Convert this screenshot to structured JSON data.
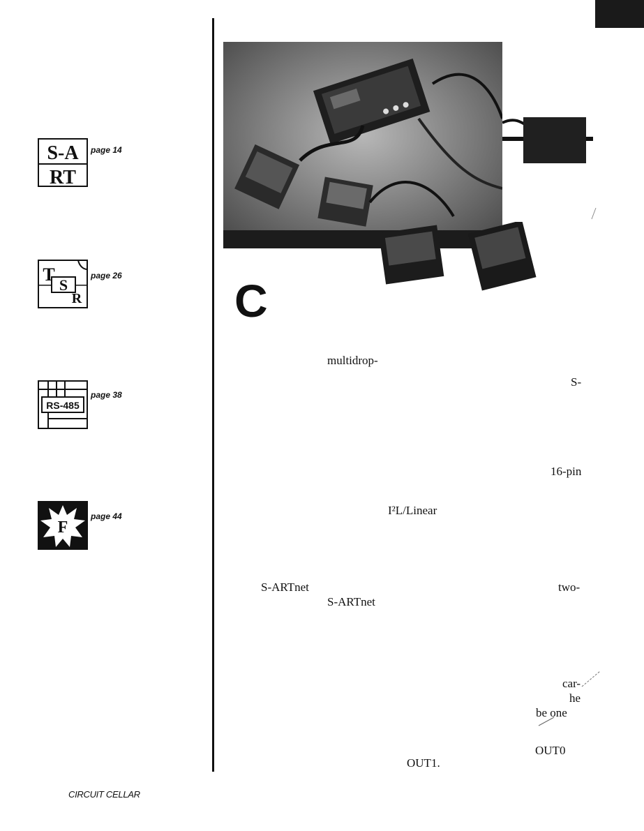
{
  "page_labels": {
    "p14": "page 14",
    "p26": "page 26",
    "p38": "page 38",
    "p44": "page 44"
  },
  "icons": {
    "sart": [
      "S-A",
      "RT"
    ],
    "tsr": [
      "T",
      "S",
      "R"
    ],
    "rs485": "RS-485",
    "f": "F"
  },
  "drop_cap": "C",
  "fragments": [
    "multidrop-",
    "S-",
    "16-pin",
    "I²L/Linear",
    "S-ARTnet",
    "two-",
    "S-ARTnet",
    "car-",
    "he",
    "be one",
    "OUT0",
    "OUT1."
  ],
  "footer": "CIRCUIT CELLAR"
}
